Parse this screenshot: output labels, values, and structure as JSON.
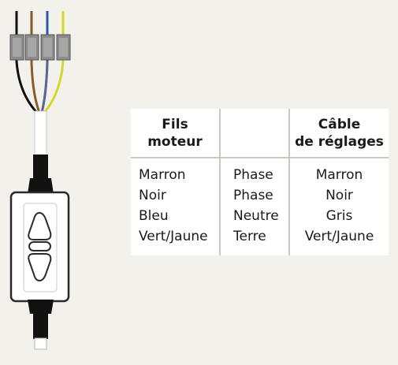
{
  "colors": {
    "background": "#f2f1ec",
    "wire_brown": "#8b5a2b",
    "wire_black": "#111111",
    "wire_blue": "#2f56a8",
    "wire_yellow_green": "#d6d72a",
    "terminal_gray": "#8c8c8c",
    "sheath_white": "#ffffff",
    "cable_black": "#111111",
    "table_border": "#c9c9c4"
  },
  "icons": [
    "up-arrow-button-icon",
    "stop-button-icon",
    "down-arrow-button-icon"
  ],
  "table": {
    "headers": [
      [
        "Fils",
        "moteur"
      ],
      [],
      [
        "Câble",
        "de réglages"
      ]
    ],
    "columns": [
      [
        "Marron",
        "Noir",
        "Bleu",
        "Vert/Jaune"
      ],
      [
        "Phase",
        "Phase",
        "Neutre",
        "Terre"
      ],
      [
        "Marron",
        "Noir",
        "Gris",
        "Vert/Jaune"
      ]
    ]
  }
}
